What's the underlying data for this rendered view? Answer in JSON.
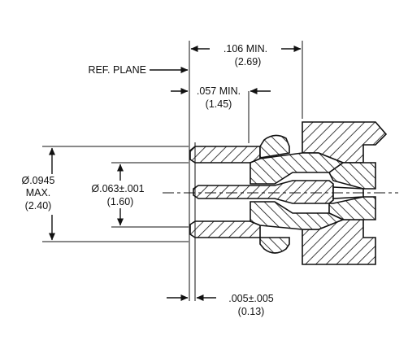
{
  "labels": {
    "ref_plane": "REF. PLANE",
    "overall_length_in": ".106 MIN.",
    "overall_length_mm": "(2.69)",
    "pin_depth_in": ".057 MIN.",
    "pin_depth_mm": "(1.45)",
    "outer_dia_in": "Ø.0945",
    "outer_dia_max": "MAX.",
    "outer_dia_mm": "(2.40)",
    "inner_dia_in": "Ø.063±.001",
    "inner_dia_mm": "(1.60)",
    "recess_in": ".005±.005",
    "recess_mm": "(0.13)"
  }
}
